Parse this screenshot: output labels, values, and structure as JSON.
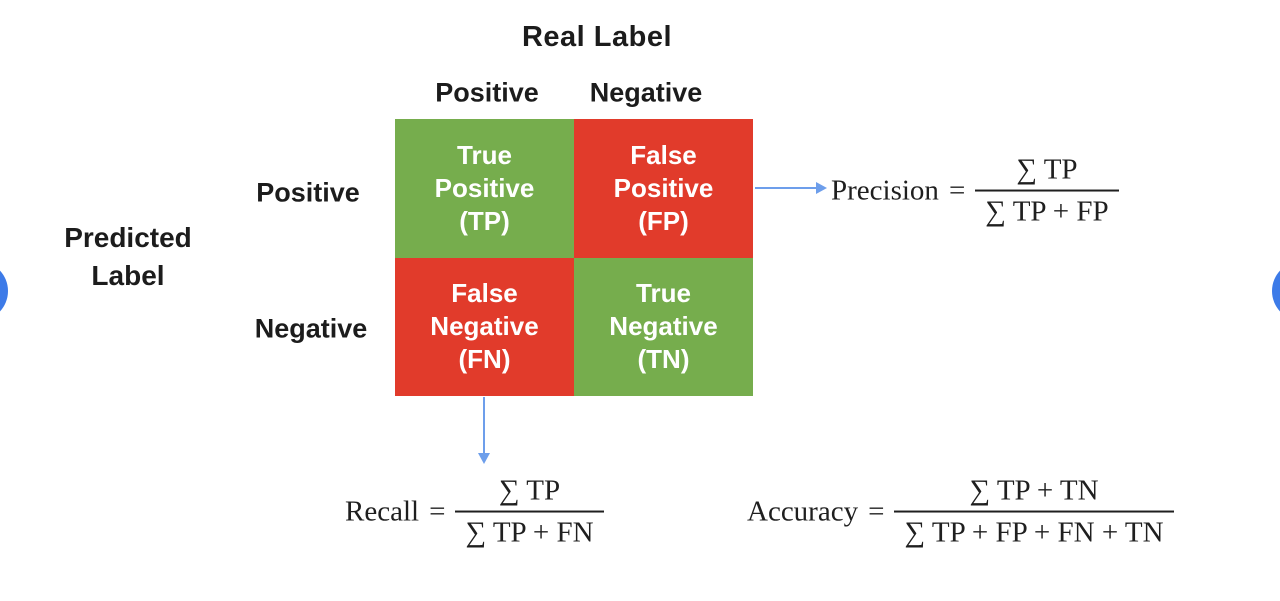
{
  "title": "Real Label",
  "axis": {
    "predicted_line1": "Predicted",
    "predicted_line2": "Label"
  },
  "real_headers": {
    "positive": "Positive",
    "negative": "Negative"
  },
  "predicted_headers": {
    "positive": "Positive",
    "negative": "Negative"
  },
  "cells": {
    "tp": {
      "line1": "True",
      "line2": "Positive",
      "line3": "(TP)"
    },
    "fp": {
      "line1": "False",
      "line2": "Positive",
      "line3": "(FP)"
    },
    "fn": {
      "line1": "False",
      "line2": "Negative",
      "line3": "(FN)"
    },
    "tn": {
      "line1": "True",
      "line2": "Negative",
      "line3": "(TN)"
    }
  },
  "formulas": {
    "precision": {
      "name": "Precision",
      "equals": "=",
      "numerator": "∑ TP",
      "denominator": "∑ TP + FP"
    },
    "recall": {
      "name": "Recall",
      "equals": "=",
      "numerator": "∑ TP",
      "denominator": "∑ TP + FN"
    },
    "accuracy": {
      "name": "Accuracy",
      "equals": "=",
      "numerator": "∑ TP + TN",
      "denominator": "∑ TP + FP + FN + TN"
    }
  },
  "colors": {
    "green_cell": "#76ad4d",
    "red_cell": "#e13b2b",
    "cell_text": "#ffffff",
    "arrow": "#6d9eeb",
    "nav_button": "#3d7be8",
    "text": "#1c1c1c"
  }
}
